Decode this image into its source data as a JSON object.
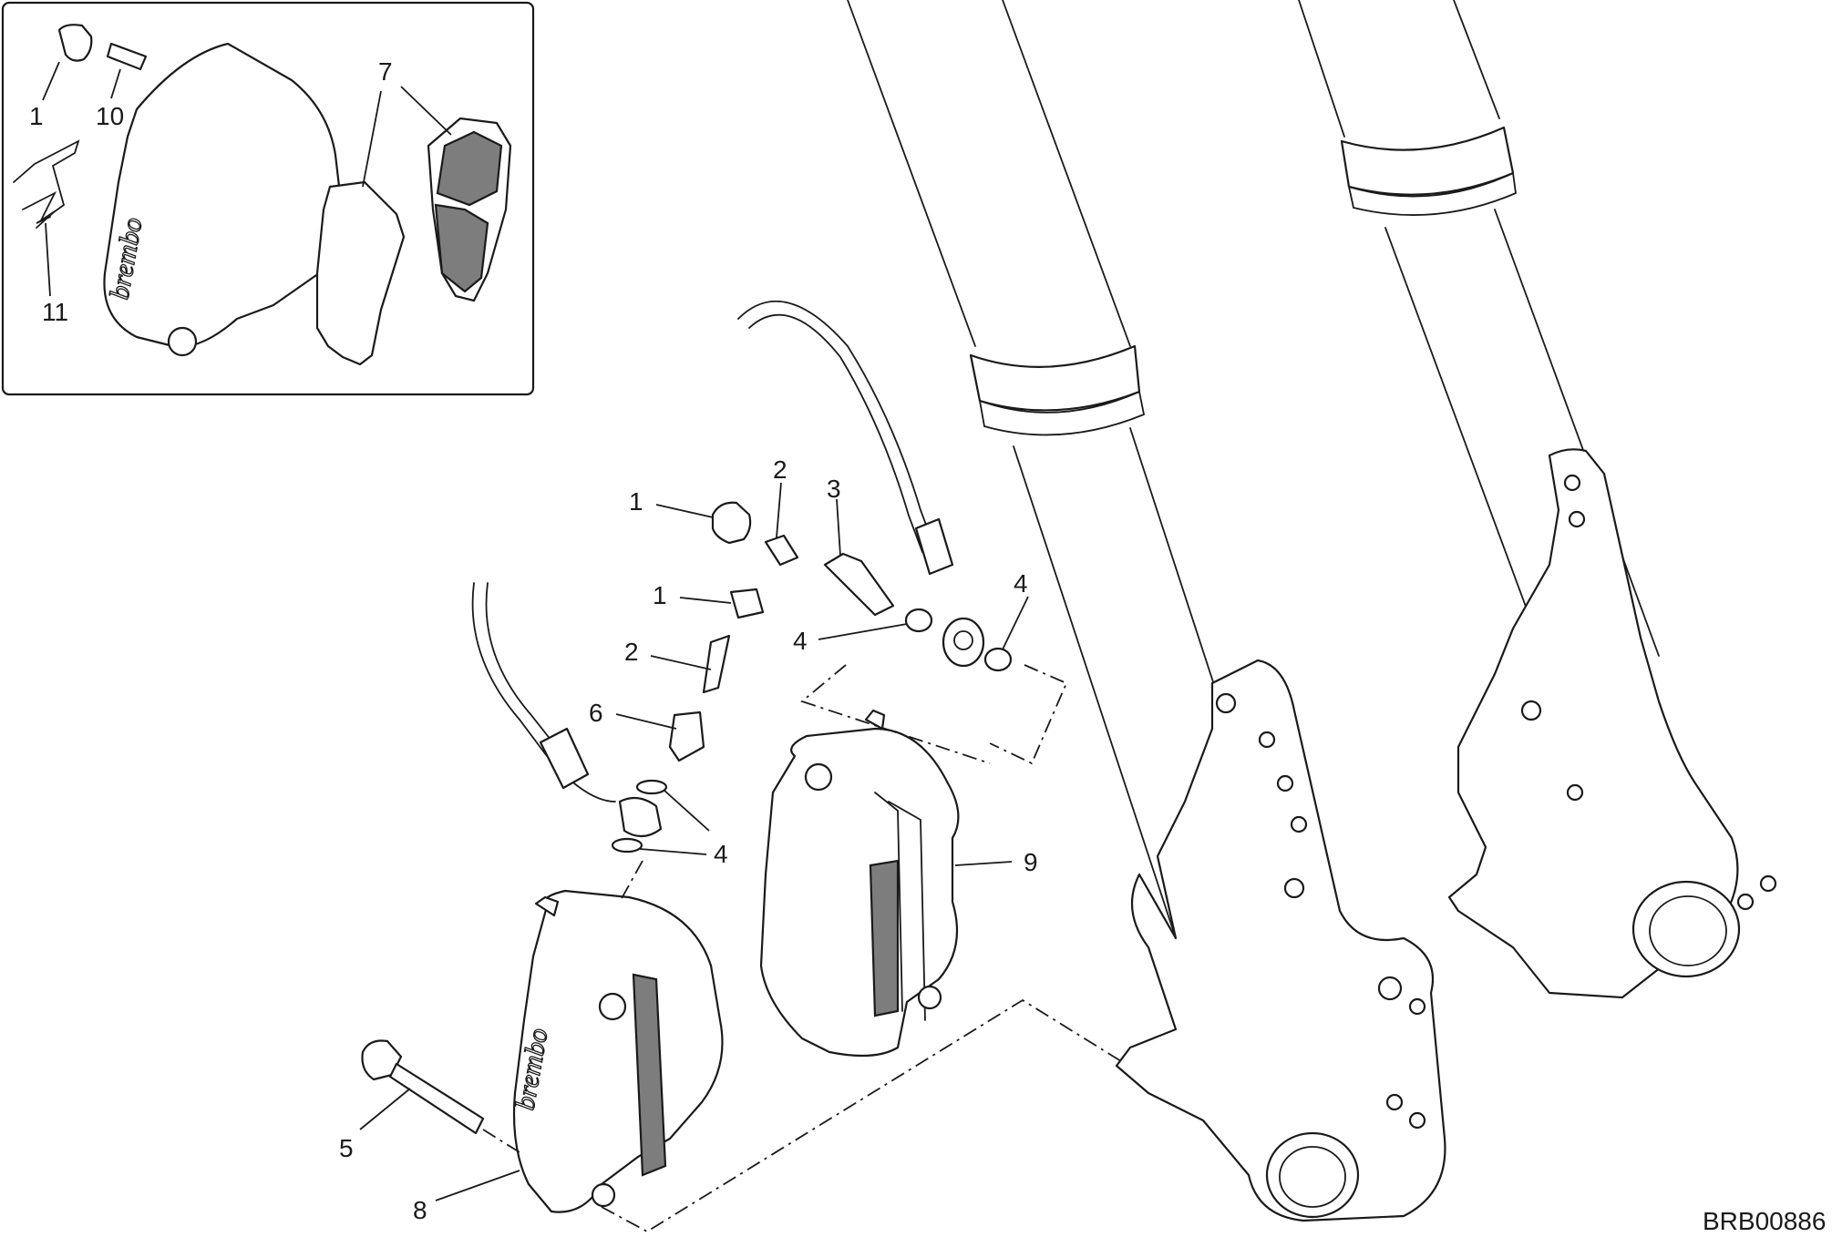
{
  "reference_code": "BRB00886",
  "brand_marking": "brembo",
  "inset_callouts": [
    {
      "id": "inset-callout-1",
      "label": "1"
    },
    {
      "id": "inset-callout-10",
      "label": "10"
    },
    {
      "id": "inset-callout-11",
      "label": "11"
    },
    {
      "id": "inset-callout-7",
      "label": "7"
    }
  ],
  "main_callouts": [
    {
      "id": "callout-1-upper",
      "label": "1"
    },
    {
      "id": "callout-2-upper",
      "label": "2"
    },
    {
      "id": "callout-3",
      "label": "3"
    },
    {
      "id": "callout-4-right",
      "label": "4"
    },
    {
      "id": "callout-4-middle",
      "label": "4"
    },
    {
      "id": "callout-1-lower",
      "label": "1"
    },
    {
      "id": "callout-2-lower",
      "label": "2"
    },
    {
      "id": "callout-6",
      "label": "6"
    },
    {
      "id": "callout-4-lower",
      "label": "4"
    },
    {
      "id": "callout-9",
      "label": "9"
    },
    {
      "id": "callout-5",
      "label": "5"
    },
    {
      "id": "callout-8",
      "label": "8"
    }
  ]
}
